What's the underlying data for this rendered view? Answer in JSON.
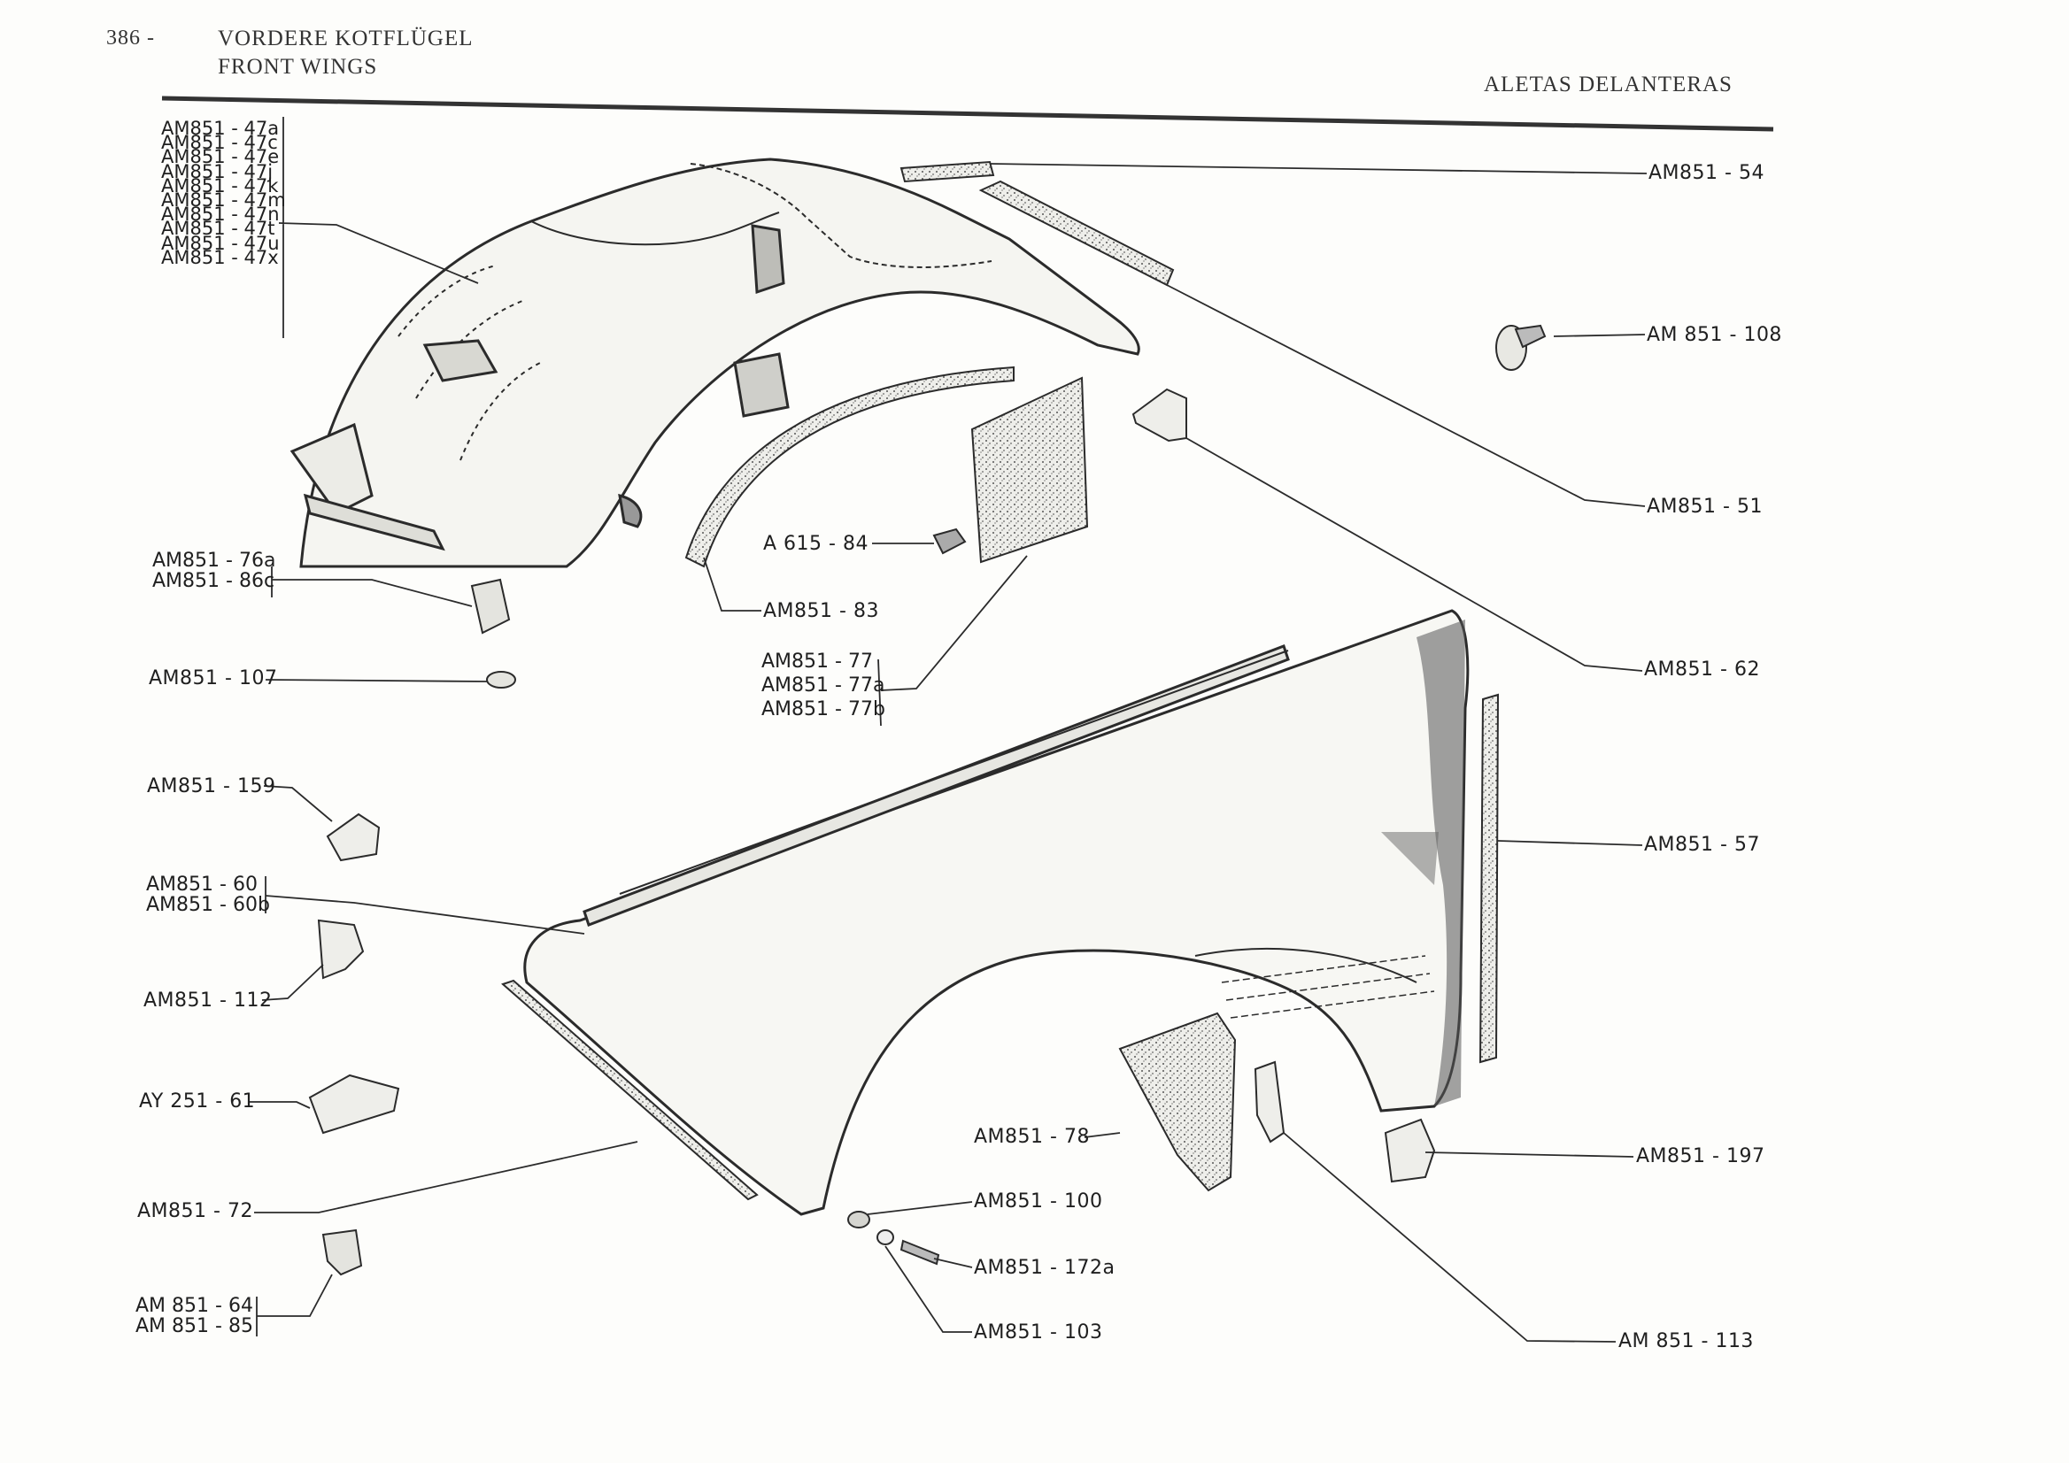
{
  "header": {
    "page_number": "386 -",
    "title_de": "VORDERE KOTFLÜGEL",
    "title_en": "FRONT WINGS",
    "title_es": "ALETAS DELANTERAS"
  },
  "colors": {
    "ink": "#222222",
    "paper": "#fdfdfb",
    "shade": "#555555"
  },
  "labels": {
    "am851_47_group": [
      "AM851 - 47a",
      "AM851 - 47c",
      "AM851 - 47e",
      "AM851 - 47j",
      "AM851 - 47k",
      "AM851 - 47m",
      "AM851 - 47n",
      "AM851 - 47t",
      "AM851 - 47u",
      "AM851 - 47x"
    ],
    "am851_54": "AM851 - 54",
    "am851_108": "AM 851 - 108",
    "am851_51": "AM851 - 51",
    "am851_62": "AM851 - 62",
    "am851_57": "AM851 - 57",
    "am851_197": "AM851 - 197",
    "am851_113": "AM 851 - 113",
    "a615_84": "A 615 - 84",
    "am851_83": "AM851 - 83",
    "am851_77_group": [
      "AM851 - 77",
      "AM851 - 77a",
      "AM851 - 77b"
    ],
    "am851_76_group": [
      "AM851 - 76a",
      "AM851 - 86c"
    ],
    "am851_107": "AM851 - 107",
    "am851_159": "AM851 - 159",
    "am851_60_group": [
      "AM851 - 60",
      "AM851 - 60b"
    ],
    "am851_112": "AM851 - 112",
    "ay251_61": "AY 251 - 61",
    "am851_72": "AM851 - 72",
    "am851_64_group": [
      "AM 851 - 64",
      "AM 851 - 85"
    ],
    "am851_78": "AM851 - 78",
    "am851_100": "AM851 - 100",
    "am851_172a": "AM851 - 172a",
    "am851_103": "AM851 - 103"
  }
}
